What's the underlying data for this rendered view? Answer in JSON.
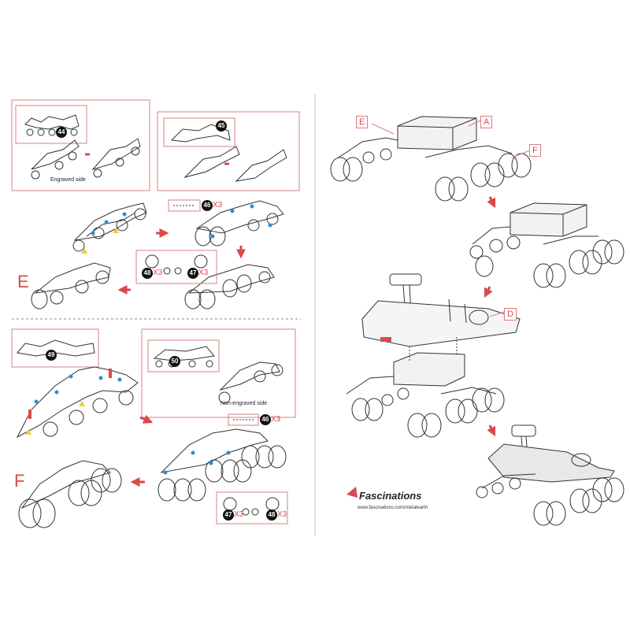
{
  "left_column": {
    "step_e": {
      "letter": "E",
      "part_top_left": "44",
      "part_top_right": "45",
      "part_wheels": "46",
      "qty_wheels": "X3",
      "part_washer_a": "48",
      "qty_washer_a": "X3",
      "part_washer_b": "47",
      "qty_washer_b": "X3",
      "engraved_note": "Engraved side"
    },
    "step_f": {
      "letter": "F",
      "part_top_left": "49",
      "part_top_right": "50",
      "non_engraved_note": "Non-engraved side",
      "part_wheels": "46",
      "qty_wheels": "X3",
      "part_washer_a": "47",
      "qty_washer_a": "X3",
      "part_washer_b": "48",
      "qty_washer_b": "X3"
    }
  },
  "right_column": {
    "callouts": [
      "E",
      "A",
      "F",
      "D"
    ],
    "brand": "Fascinations",
    "url": "www.fascinations.com/metalearth"
  },
  "colors": {
    "accent": "#d94a4a",
    "line": "#333333",
    "box": "#d98080",
    "dot_blue": "#2a8fd0",
    "marker_yellow": "#e6d23a"
  }
}
